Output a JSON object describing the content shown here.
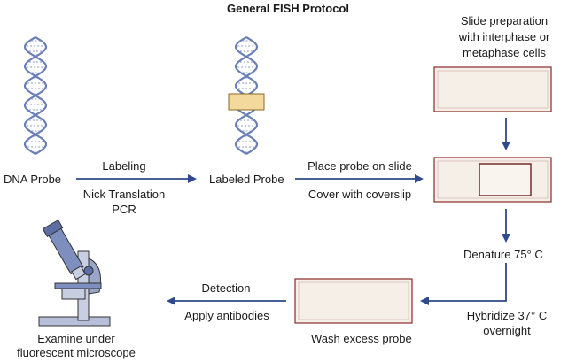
{
  "title": "General FISH Protocol",
  "nodes": {
    "dna_probe": "DNA Probe",
    "labeled_probe": "Labeled Probe",
    "slide_prep_line1": "Slide preparation",
    "slide_prep_line2": "with interphase or",
    "slide_prep_line3": "metaphase cells",
    "denature": "Denature 75° C",
    "hybridize_line1": "Hybridize 37° C",
    "hybridize_line2": "overnight",
    "wash": "Wash excess probe",
    "examine_line1": "Examine under",
    "examine_line2": "fluorescent microscope"
  },
  "edges": {
    "labeling": "Labeling",
    "nick_translation": "Nick Translation",
    "pcr": "PCR",
    "place_probe": "Place probe on slide",
    "cover": "Cover with coverslip",
    "detection": "Detection",
    "apply_antibodies": "Apply antibodies"
  },
  "colors": {
    "arrow": "#2e4a8c",
    "slide_border": "#8b2a2a",
    "slide_fill": "#f6efe7",
    "probe_label": "#f3d99b",
    "helix": "#6a7fb5"
  }
}
